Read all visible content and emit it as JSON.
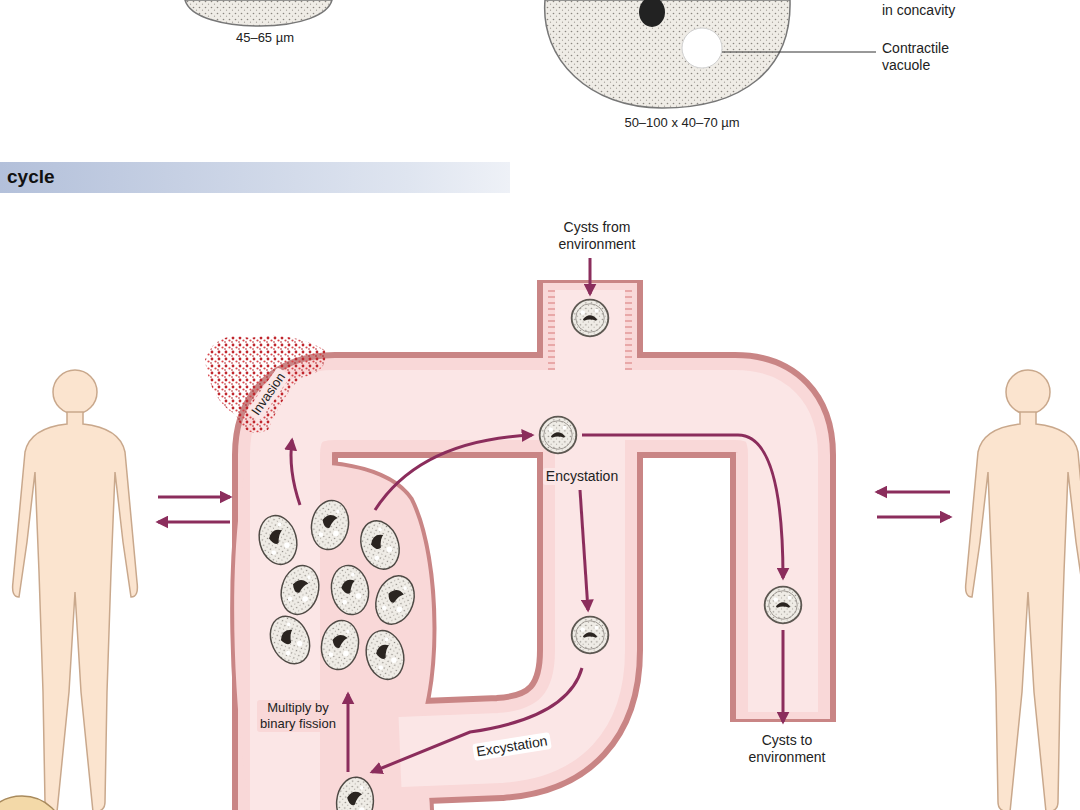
{
  "diagram": {
    "nodes": [
      {
        "text": [
          "cycle"
        ]
      }
    ],
    "labels": [
      "45–65 µm",
      "in concavity",
      "Contractile vacuole",
      "50–100 x 40–70 µm",
      "Cysts from environment",
      "Invasion",
      "Encystation",
      "Multiply by binary fission",
      "Excystation",
      "Cysts to environment"
    ]
  }
}
